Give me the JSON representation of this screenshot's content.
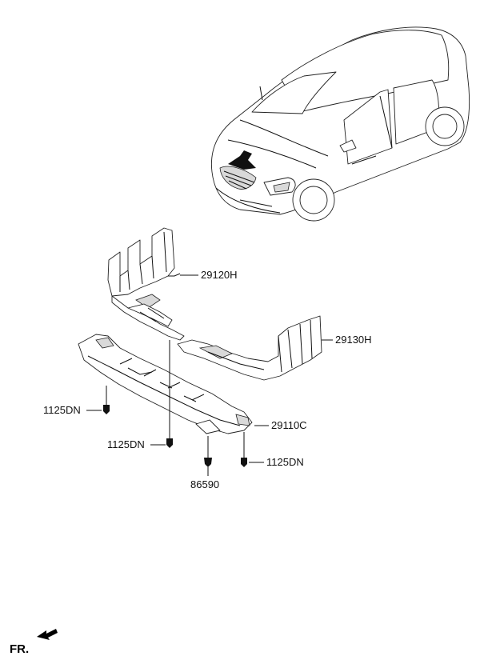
{
  "labels": {
    "upper_left_cover": "29120H",
    "upper_right_cover": "29130H",
    "main_under_cover": "29110C",
    "bolt_left": "1125DN",
    "bolt_center": "1125DN",
    "bolt_right": "1125DN",
    "clip": "86590"
  },
  "direction_marker": "FR."
}
